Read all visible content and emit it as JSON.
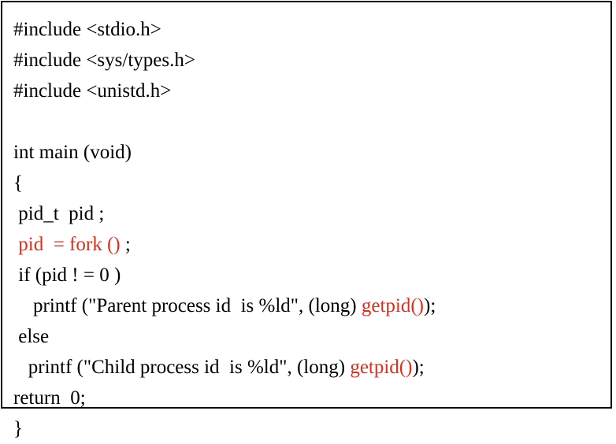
{
  "accent_color": "#e52b1a",
  "code": {
    "include_stdio": "#include <stdio.h>",
    "include_types": "#include <sys/types.h>",
    "include_unistd": "#include <unistd.h>",
    "main_signature": "int main (void)",
    "open_brace": "{",
    "pid_decl": " pid_t  pid ;",
    "fork_call": " pid  = fork ()",
    "fork_semicolon": " ;",
    "if_stmt": " if (pid ! = 0 )",
    "printf_parent_prefix": "    printf (\"Parent process id  is %ld\", (long) ",
    "printf_parent_call": "getpid()",
    "printf_parent_suffix": ");",
    "else_stmt": " else",
    "printf_child_prefix": "   printf (\"Child process id  is %ld\", (long) ",
    "printf_child_call": "getpid()",
    "printf_child_suffix": ");",
    "return_stmt": "return  0;",
    "close_brace": "}"
  }
}
